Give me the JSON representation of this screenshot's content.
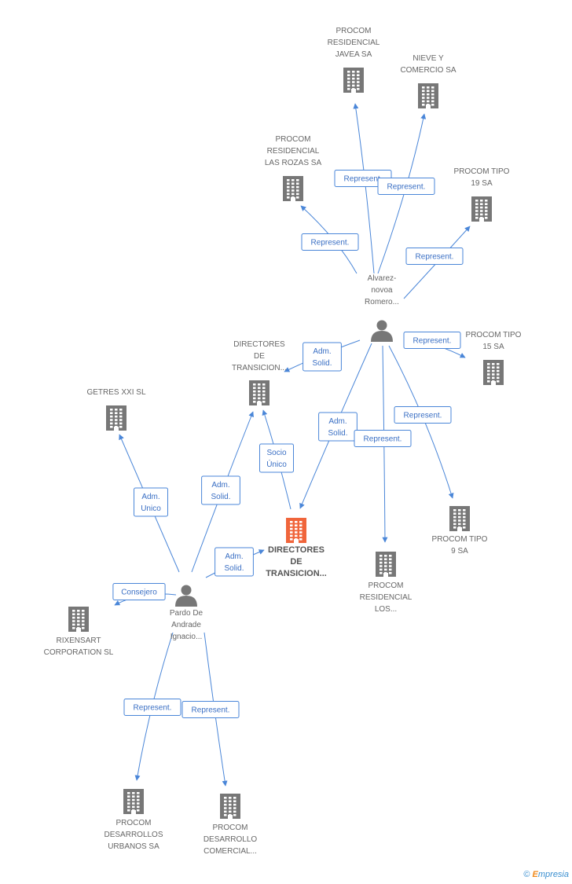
{
  "colors": {
    "edge": "#4a86d8",
    "company": "#777777",
    "main_company": "#f0653b",
    "person": "#777777",
    "label": "#666666"
  },
  "nodes": [
    {
      "id": "javea",
      "type": "company",
      "lines": [
        "PROCOM",
        "RESIDENCIAL",
        "JAVEA SA"
      ]
    },
    {
      "id": "nieve",
      "type": "company",
      "lines": [
        "NIEVE Y",
        "COMERCIO SA"
      ]
    },
    {
      "id": "rozas",
      "type": "company",
      "lines": [
        "PROCOM",
        "RESIDENCIAL",
        "LAS ROZAS SA"
      ]
    },
    {
      "id": "tipo19",
      "type": "company",
      "lines": [
        "PROCOM TIPO",
        "19 SA"
      ]
    },
    {
      "id": "alvarez",
      "type": "person",
      "lines": [
        "Alvarez-",
        "novoa",
        "Romero..."
      ]
    },
    {
      "id": "tipo15",
      "type": "company",
      "lines": [
        "PROCOM TIPO",
        "15 SA"
      ]
    },
    {
      "id": "directores2",
      "type": "company",
      "lines": [
        "DIRECTORES",
        "DE",
        "TRANSICION..."
      ]
    },
    {
      "id": "getres",
      "type": "company",
      "lines": [
        "GETRES XXI SL"
      ]
    },
    {
      "id": "main",
      "type": "main",
      "lines": [
        "DIRECTORES",
        "DE",
        "TRANSICION..."
      ]
    },
    {
      "id": "tipo9",
      "type": "company",
      "lines": [
        "PROCOM TIPO",
        "9 SA"
      ]
    },
    {
      "id": "los",
      "type": "company",
      "lines": [
        "PROCOM",
        "RESIDENCIAL",
        "LOS..."
      ]
    },
    {
      "id": "pardo",
      "type": "person",
      "lines": [
        "Pardo De",
        "Andrade",
        "Ignacio..."
      ]
    },
    {
      "id": "rixensart",
      "type": "company",
      "lines": [
        "RIXENSART",
        "CORPORATION SL"
      ]
    },
    {
      "id": "urbanos",
      "type": "company",
      "lines": [
        "PROCOM",
        "DESARROLLOS",
        "URBANOS SA"
      ]
    },
    {
      "id": "comercial",
      "type": "company",
      "lines": [
        "PROCOM",
        "DESARROLLO",
        "COMERCIAL..."
      ]
    }
  ],
  "edges": [
    {
      "from": "alvarez",
      "to": "javea",
      "lines": [
        "Represent."
      ]
    },
    {
      "from": "alvarez",
      "to": "nieve",
      "lines": [
        "Represent."
      ]
    },
    {
      "from": "alvarez",
      "to": "rozas",
      "lines": [
        "Represent."
      ]
    },
    {
      "from": "alvarez",
      "to": "tipo19",
      "lines": [
        "Represent."
      ]
    },
    {
      "from": "alvarez",
      "to": "tipo15",
      "lines": [
        "Represent."
      ]
    },
    {
      "from": "alvarez",
      "to": "directores2",
      "lines": [
        "Adm.",
        "Solid."
      ]
    },
    {
      "from": "alvarez",
      "to": "main",
      "lines": [
        "Adm.",
        "Solid."
      ]
    },
    {
      "from": "alvarez",
      "to": "los",
      "lines": [
        "Represent."
      ]
    },
    {
      "from": "alvarez",
      "to": "tipo9",
      "lines": [
        "Represent."
      ]
    },
    {
      "from": "main",
      "to": "directores2",
      "lines": [
        "Socio",
        "Único"
      ]
    },
    {
      "from": "pardo",
      "to": "getres",
      "lines": [
        "Adm.",
        "Unico"
      ]
    },
    {
      "from": "pardo",
      "to": "directores2",
      "lines": [
        "Adm.",
        "Solid."
      ]
    },
    {
      "from": "pardo",
      "to": "main",
      "lines": [
        "Adm.",
        "Solid."
      ]
    },
    {
      "from": "pardo",
      "to": "rixensart",
      "lines": [
        "Consejero"
      ]
    },
    {
      "from": "pardo",
      "to": "urbanos",
      "lines": [
        "Represent."
      ]
    },
    {
      "from": "pardo",
      "to": "comercial",
      "lines": [
        "Represent."
      ]
    }
  ],
  "footer": {
    "copyright": "©",
    "brand_initial": "E",
    "brand_rest": "mpresia"
  }
}
